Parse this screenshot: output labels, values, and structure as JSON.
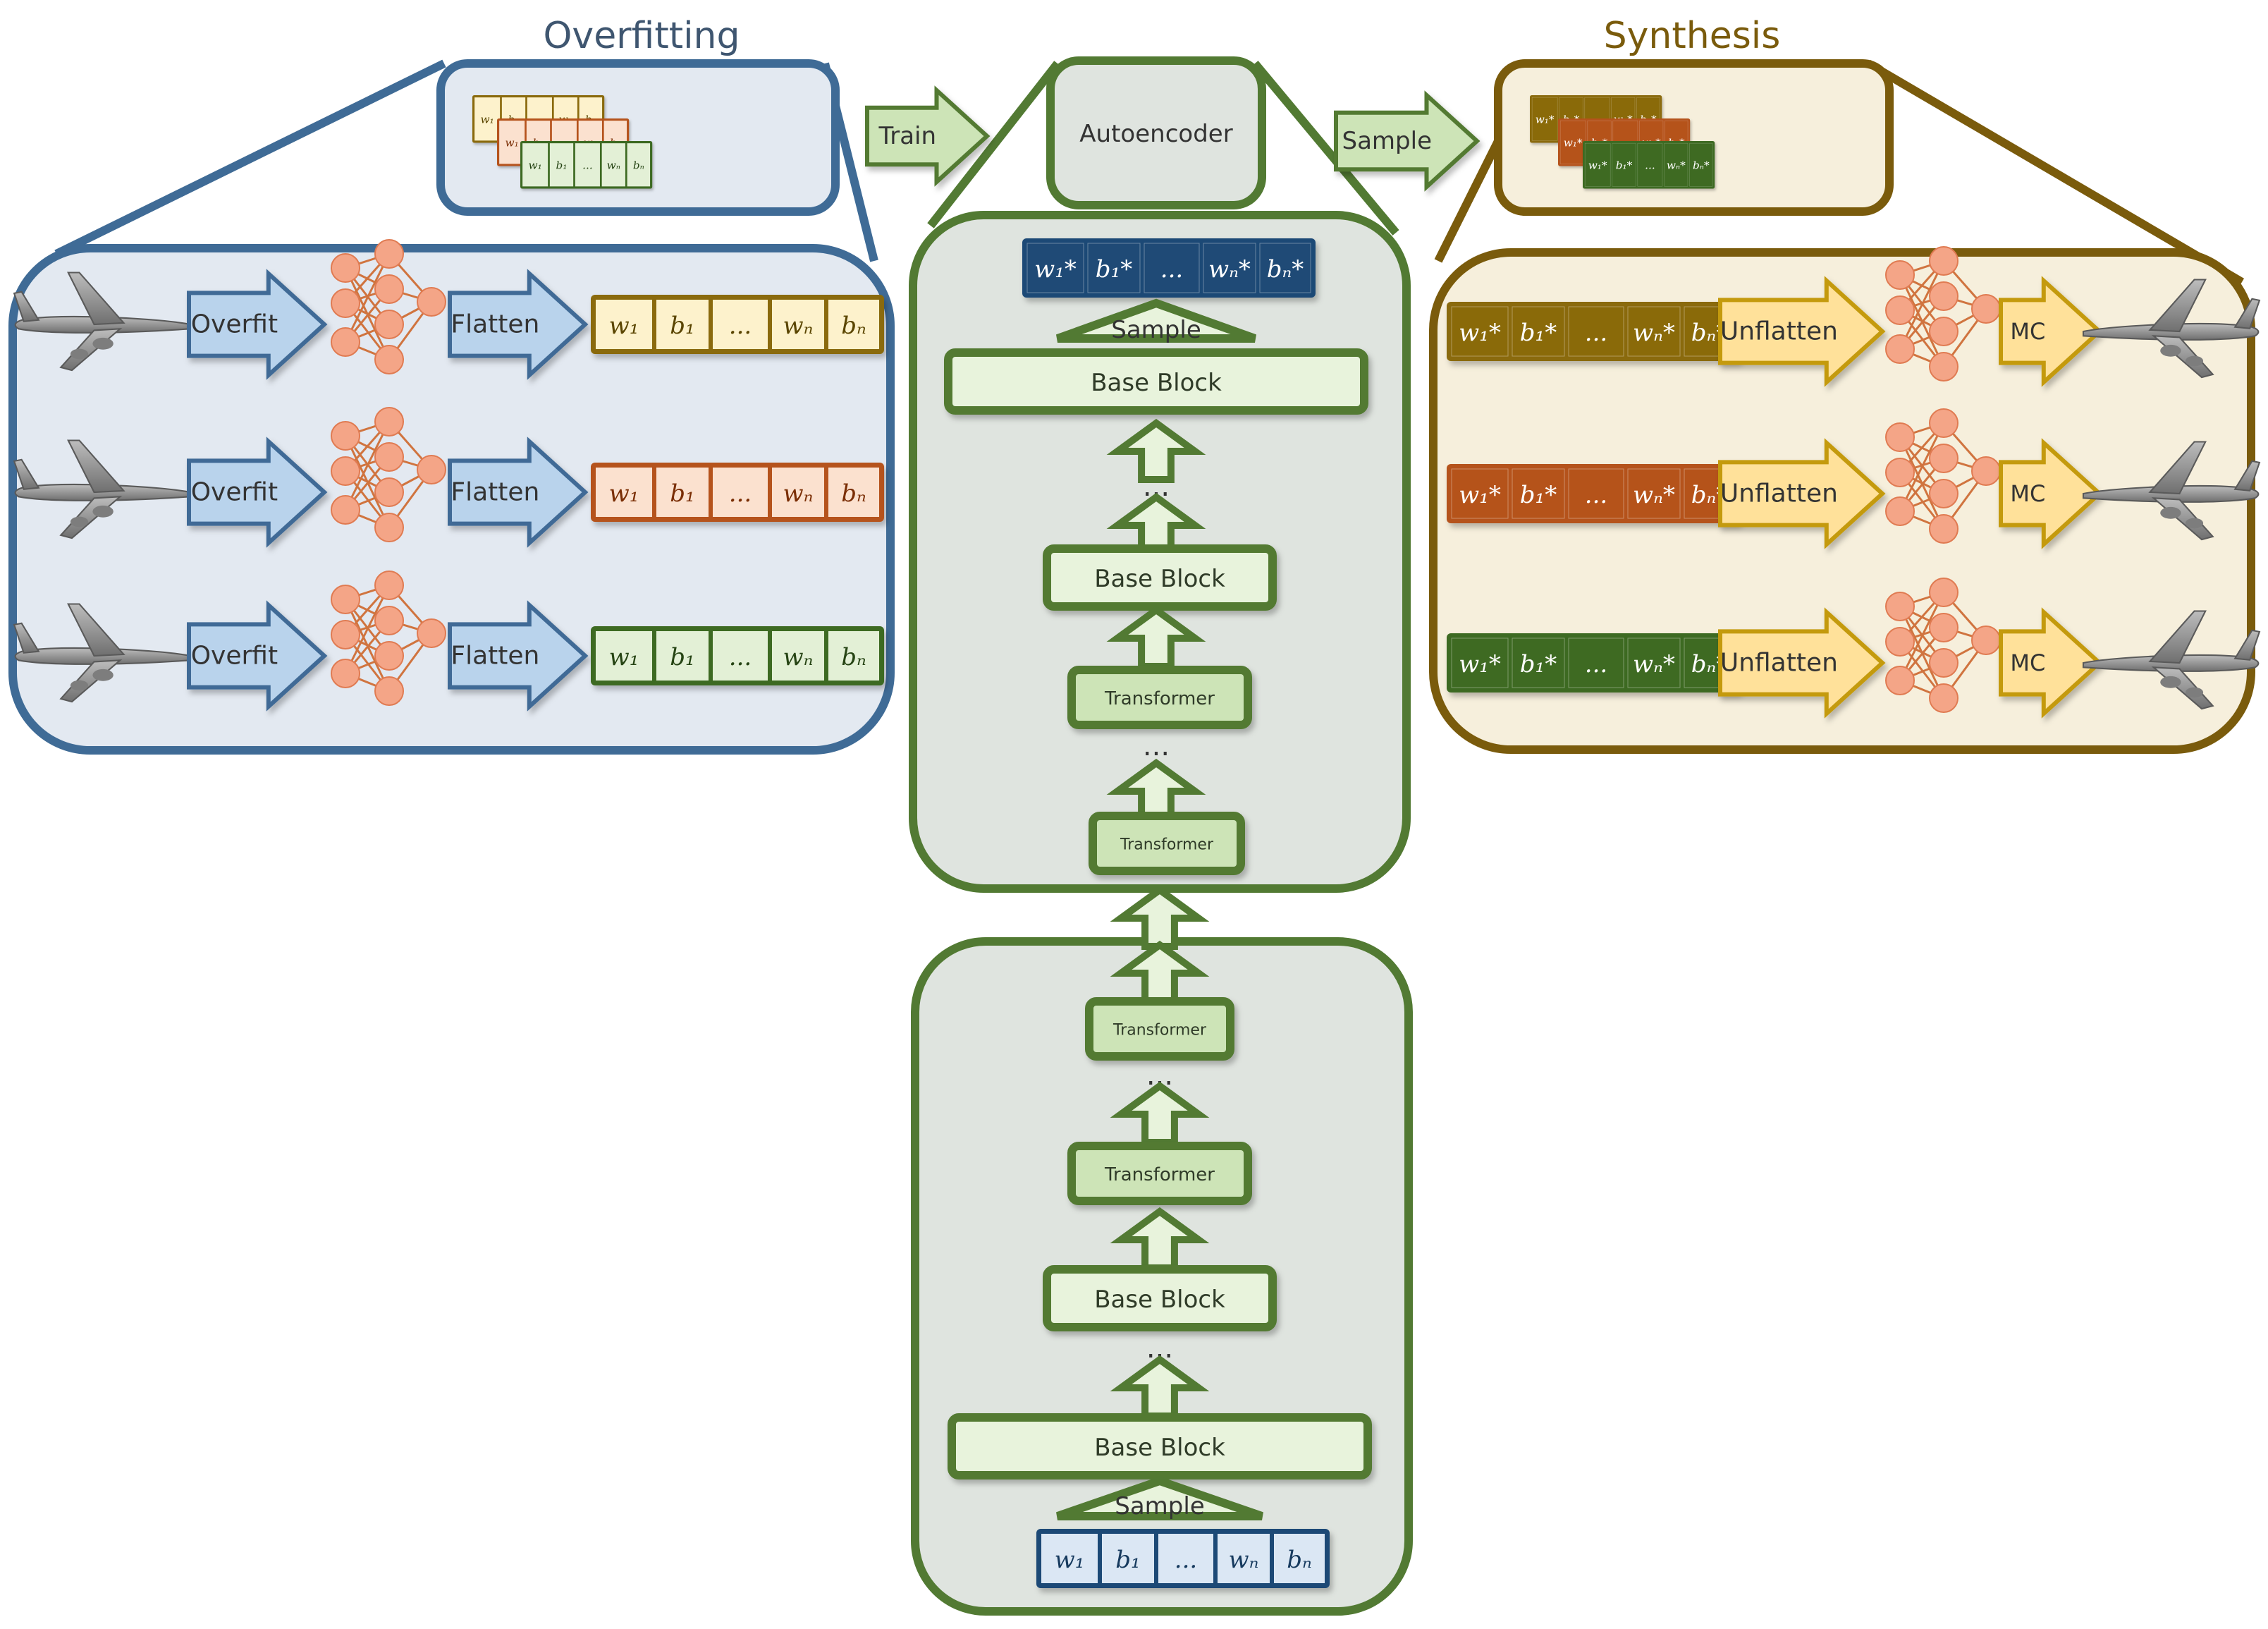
{
  "titles": {
    "overfitting": "Overfitting",
    "synthesis": "Synthesis"
  },
  "labels": {
    "overfit": "Overfit",
    "flatten": "Flatten",
    "train": "Train",
    "autoencoder": "Autoencoder",
    "sample": "Sample",
    "unflatten": "Unflatten",
    "mc": "MC",
    "base_block": "Base Block",
    "transformer": "Transformer",
    "ellipsis": "..."
  },
  "tokens": {
    "input": [
      "w₁",
      "b₁",
      "...",
      "wₙ",
      "bₙ"
    ],
    "output": [
      "w₁*",
      "b₁*",
      "...",
      "wₙ*",
      "bₙ*"
    ]
  },
  "rows": [
    {
      "tone": "olive"
    },
    {
      "tone": "orange"
    },
    {
      "tone": "green"
    }
  ],
  "colors": {
    "blue_border": "#3f6b96",
    "blue_panel": "#e3e9f1",
    "green_border": "#527a33",
    "green_panel": "#dfe4df",
    "brown_border": "#7a5b0c",
    "brown_panel": "#f6efdc",
    "olive": "#8a6a09",
    "orange": "#b5531a",
    "green": "#3e6a22",
    "navy": "#1f4a76",
    "neuron": "#f4a587",
    "light_blue_arrow": "#b9d3ec",
    "light_yellow_arrow": "#ffe19a"
  }
}
